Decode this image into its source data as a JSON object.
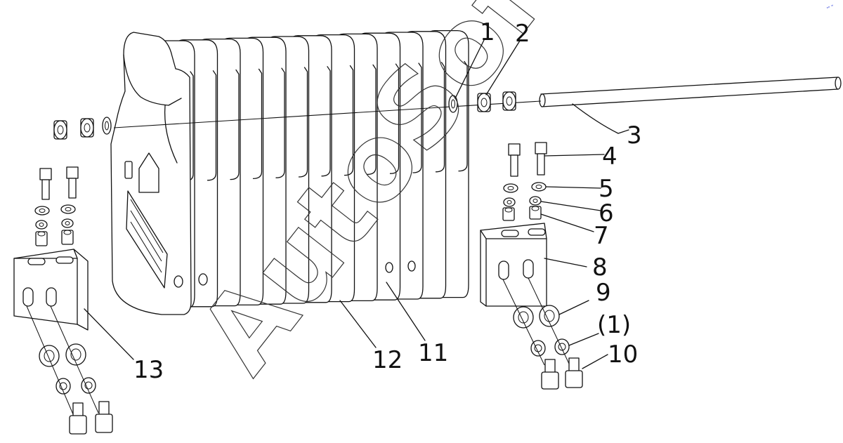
{
  "watermark": "AutoSoft",
  "corner_mark": "ᵉᵉ ʷ",
  "callouts": [
    {
      "id": "1",
      "text": "1"
    },
    {
      "id": "2",
      "text": "2"
    },
    {
      "id": "3",
      "text": "3"
    },
    {
      "id": "4",
      "text": "4"
    },
    {
      "id": "5",
      "text": "5"
    },
    {
      "id": "6",
      "text": "6"
    },
    {
      "id": "7",
      "text": "7"
    },
    {
      "id": "8",
      "text": "8"
    },
    {
      "id": "9",
      "text": "9"
    },
    {
      "id": "q1",
      "text": "(1)"
    },
    {
      "id": "10",
      "text": "10"
    },
    {
      "id": "11",
      "text": "11"
    },
    {
      "id": "12",
      "text": "12"
    },
    {
      "id": "13",
      "text": "13"
    }
  ]
}
